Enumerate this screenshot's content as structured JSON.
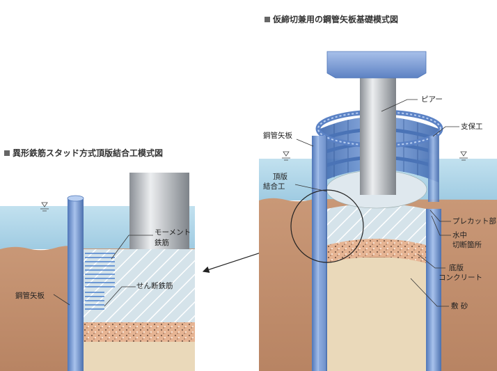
{
  "right_figure": {
    "title": "仮締切兼用の鋼管矢板基礎模式図",
    "labels": {
      "pier": "ピアー",
      "strut": "支保工",
      "sheet_pile": "鋼管矢板",
      "top_slab_1": "頂版",
      "top_slab_2": "結合工",
      "precut": "プレカット部",
      "underwater_cut_1": "水中",
      "underwater_cut_2": "切断箇所",
      "base_slab_1": "底版",
      "base_slab_2": "コンクリート",
      "sand": "敷 砂"
    }
  },
  "left_figure": {
    "title": "異形鉄筋スタッド方式頂版結合工模式図",
    "labels": {
      "moment_1": "モーメント",
      "moment_2": "鉄筋",
      "shear": "せん断鉄筋",
      "sheet_pile": "鋼管矢板"
    }
  },
  "colors": {
    "water": "#a9d3e8",
    "soil": "#c58f6c",
    "sand_bed": "#ead9ba",
    "pile_blue": "#6f96d4",
    "gray_column": "#9ea3a9"
  }
}
